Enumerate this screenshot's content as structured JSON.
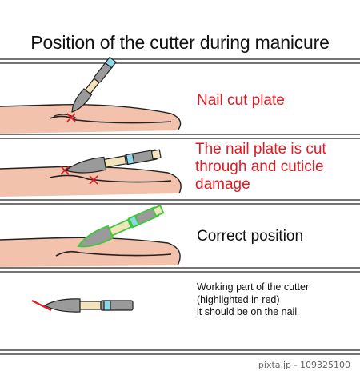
{
  "title": "Position of the cutter during manicure",
  "panels": [
    {
      "label": "Nail cut plate"
    },
    {
      "label": "The nail plate is cut through and cuticle damage"
    },
    {
      "label": "Correct position"
    },
    {
      "label_lines": [
        "Working part of the cutter",
        "(highlighted in red)",
        "it should be on the nail"
      ]
    }
  ],
  "watermark": "pixta.jp - 109325100",
  "colors": {
    "skin": "#f2c2ac",
    "error": "#e01b24",
    "correct": "#3cc83c",
    "handle": "#f4e4bc",
    "grip": "#8ed6ea",
    "metal": "#9a9a9a"
  }
}
